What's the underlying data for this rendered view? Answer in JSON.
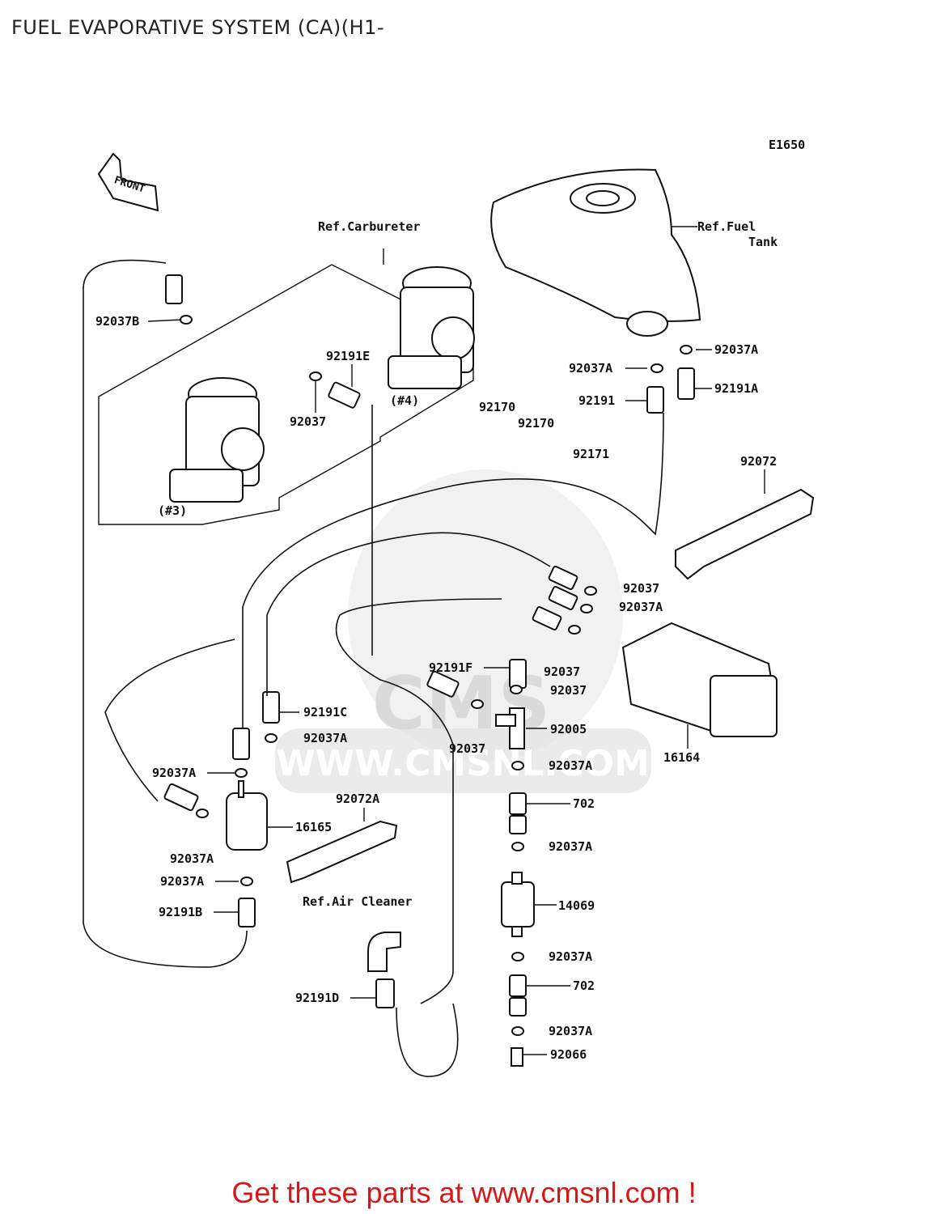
{
  "title": "FUEL EVAPORATIVE SYSTEM (CA)(H1-",
  "diagram_code": "E1650",
  "front_label": "FRONT",
  "watermark": {
    "logo": "CMS",
    "url": "WWW.CMSNL.COM"
  },
  "refs": {
    "carbureter": "Ref.Carbureter",
    "fuel_tank_1": "Ref.Fuel",
    "fuel_tank_2": "Tank",
    "air_cleaner": "Ref.Air Cleaner",
    "carb3": "(#3)",
    "carb4": "(#4)"
  },
  "labels": [
    "92037B",
    "92037",
    "92191E",
    "92037A",
    "92037A",
    "92191",
    "92191A",
    "92170",
    "92170",
    "92171",
    "92072",
    "92037",
    "92037A",
    "92191F",
    "92037",
    "92037",
    "92191C",
    "92005",
    "92037A",
    "92037",
    "16164",
    "92037A",
    "92037A",
    "92072A",
    "702",
    "16165",
    "92037A",
    "92037A",
    "92037A",
    "14069",
    "92191B",
    "92037A",
    "702",
    "92191D",
    "92037A",
    "92066"
  ],
  "footer": "Get these parts at www.cmsnl.com !"
}
